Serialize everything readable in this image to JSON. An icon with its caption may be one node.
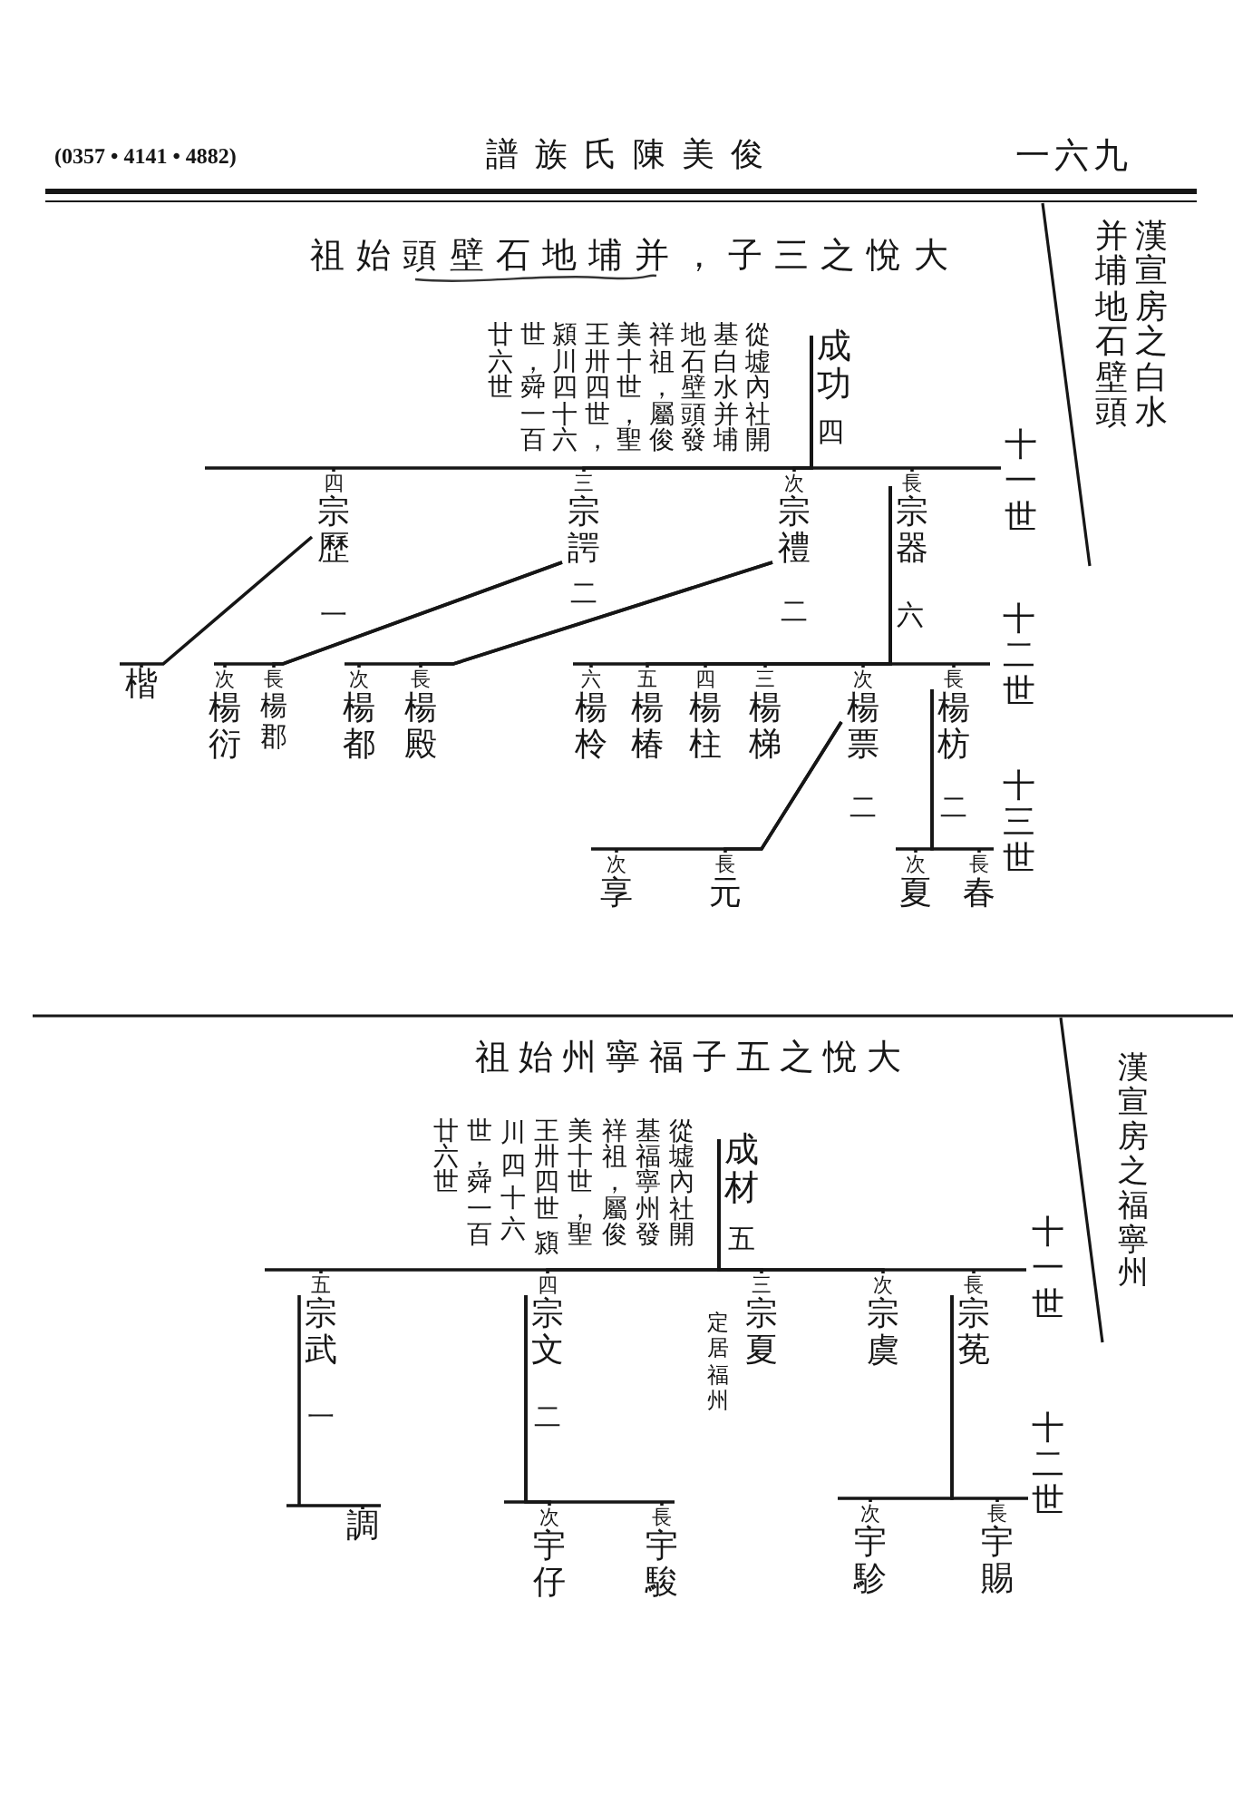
{
  "diagram": {
    "title": "譜族氏陳美俊",
    "nodes": [
      {
        "text": [
          "成功"
        ],
        "beside": [
          "四"
        ]
      },
      {
        "text": [
          "長宗器"
        ],
        "beside": [
          "六"
        ]
      },
      {
        "text": [
          "次宗禮"
        ],
        "beside": [
          "二"
        ]
      },
      {
        "text": [
          "三宗諤"
        ],
        "beside": [
          "二"
        ]
      },
      {
        "text": [
          "四宗歷"
        ],
        "beside": [
          "一"
        ]
      },
      {
        "text": [
          "長楊枋"
        ],
        "beside": [
          "二"
        ]
      },
      {
        "text": [
          "次楊票"
        ],
        "beside": [
          "二"
        ]
      },
      {
        "text": [
          "三楊梯"
        ]
      },
      {
        "text": [
          "四楊柱"
        ]
      },
      {
        "text": [
          "五楊椿"
        ]
      },
      {
        "text": [
          "六楊柃"
        ]
      },
      {
        "text": [
          "長楊殿"
        ]
      },
      {
        "text": [
          "次楊都"
        ]
      },
      {
        "text": [
          "長楊郡"
        ]
      },
      {
        "text": [
          "次楊衍"
        ]
      },
      {
        "text": [
          "楷"
        ]
      },
      {
        "text": [
          "長春"
        ]
      },
      {
        "text": [
          "次夏"
        ]
      },
      {
        "text": [
          "長元"
        ]
      },
      {
        "text": [
          "次享"
        ]
      },
      {
        "text": [
          "成材"
        ],
        "beside": [
          "五"
        ]
      },
      {
        "text": [
          "長宗莬"
        ]
      },
      {
        "text": [
          "次宗虞"
        ]
      },
      {
        "text": [
          "三宗夏"
        ],
        "beside": [
          "定居福州"
        ]
      },
      {
        "text": [
          "四宗文"
        ],
        "beside": [
          "二"
        ]
      },
      {
        "text": [
          "五宗武"
        ],
        "beside": [
          "一"
        ]
      },
      {
        "text": [
          "長宇賜"
        ]
      },
      {
        "text": [
          "次宇駗"
        ]
      },
      {
        "text": [
          "長宇駿"
        ]
      },
      {
        "text": [
          "次宇仔"
        ]
      },
      {
        "text": [
          "調"
        ]
      }
    ],
    "edges": [
      {
        "from": 0,
        "to": 1,
        "arrow": "none"
      },
      {
        "from": 0,
        "to": 2,
        "arrow": "none"
      },
      {
        "from": 0,
        "to": 3,
        "arrow": "none"
      },
      {
        "from": 0,
        "to": 4,
        "arrow": "none"
      },
      {
        "from": 1,
        "to": 5,
        "arrow": "none"
      },
      {
        "from": 1,
        "to": 6,
        "arrow": "none"
      },
      {
        "from": 1,
        "to": 7,
        "arrow": "none"
      },
      {
        "from": 1,
        "to": 8,
        "arrow": "none"
      },
      {
        "from": 1,
        "to": 9,
        "arrow": "none"
      },
      {
        "from": 1,
        "to": 10,
        "arrow": "none"
      },
      {
        "from": 2,
        "to": 11,
        "arrow": "none"
      },
      {
        "from": 2,
        "to": 12,
        "arrow": "none"
      },
      {
        "from": 3,
        "to": 13,
        "arrow": "none"
      },
      {
        "from": 3,
        "to": 14,
        "arrow": "none"
      },
      {
        "from": 4,
        "to": 15,
        "arrow": "none"
      },
      {
        "from": 5,
        "to": 16,
        "arrow": "none"
      },
      {
        "from": 5,
        "to": 17,
        "arrow": "none"
      },
      {
        "from": 6,
        "to": 18,
        "arrow": "none"
      },
      {
        "from": 6,
        "to": 19,
        "arrow": "none"
      },
      {
        "from": 20,
        "to": 21,
        "arrow": "none"
      },
      {
        "from": 20,
        "to": 22,
        "arrow": "none"
      },
      {
        "from": 20,
        "to": 23,
        "arrow": "none"
      },
      {
        "from": 20,
        "to": 24,
        "arrow": "none"
      },
      {
        "from": 20,
        "to": 25,
        "arrow": "none"
      },
      {
        "from": 21,
        "to": 26,
        "arrow": "none"
      },
      {
        "from": 21,
        "to": 27,
        "arrow": "none"
      },
      {
        "from": 24,
        "to": 28,
        "arrow": "none"
      },
      {
        "from": 24,
        "to": 29,
        "arrow": "none"
      },
      {
        "from": 25,
        "to": 30,
        "arrow": "none"
      }
    ],
    "labels": [
      "(0357 • 4141 • 4882)",
      "一六九",
      "祖始頭壁石地埔并，子三之悅大",
      "從墟內社開",
      "基白水并埔",
      "地石壁頭發",
      "祥祖，屬俊",
      "美十世，聖",
      "王卅四世，",
      "潁川四十六",
      "世，舜一百",
      "廿六世",
      "漢宣房之白水",
      "并埔地石壁頭",
      "十一世",
      "十二世",
      "十三世",
      "祖始州寧福子五之悅大",
      "從墟內社開",
      "基福寧州發",
      "祥祖，屬俊",
      "美十世，聖",
      "王卅四世，潁",
      "川四十六",
      "世，舜一百",
      "廿六世",
      "漢宣房之福寧州",
      "十一世",
      "十二世"
    ]
  }
}
